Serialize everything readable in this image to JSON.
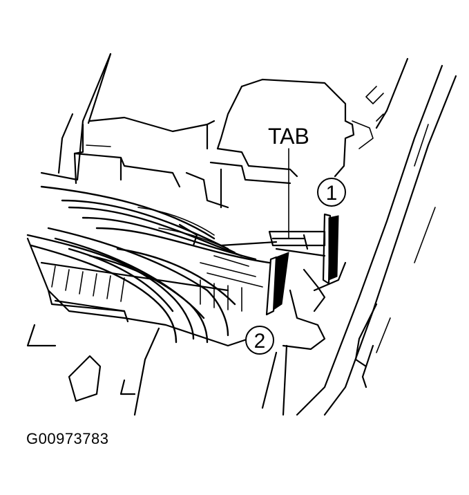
{
  "labels": {
    "tab": "TAB",
    "callout_1": "1",
    "callout_2": "2"
  },
  "figure_id": "G00973783",
  "colors": {
    "line": "#000000",
    "background": "#ffffff"
  }
}
